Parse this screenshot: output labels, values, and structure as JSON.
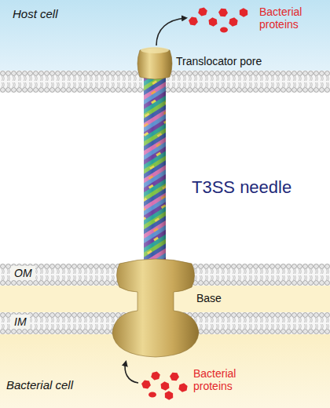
{
  "diagram": {
    "nodes": [
      {
        "text": [
          "Host cell",
          "Bacterial proteins"
        ]
      },
      {
        "text": [
          "Bacterial cell",
          "Bacterial proteins"
        ]
      }
    ],
    "labels": [
      "Translocator pore",
      "T3SS needle",
      "OM",
      "Base",
      "IM"
    ]
  }
}
